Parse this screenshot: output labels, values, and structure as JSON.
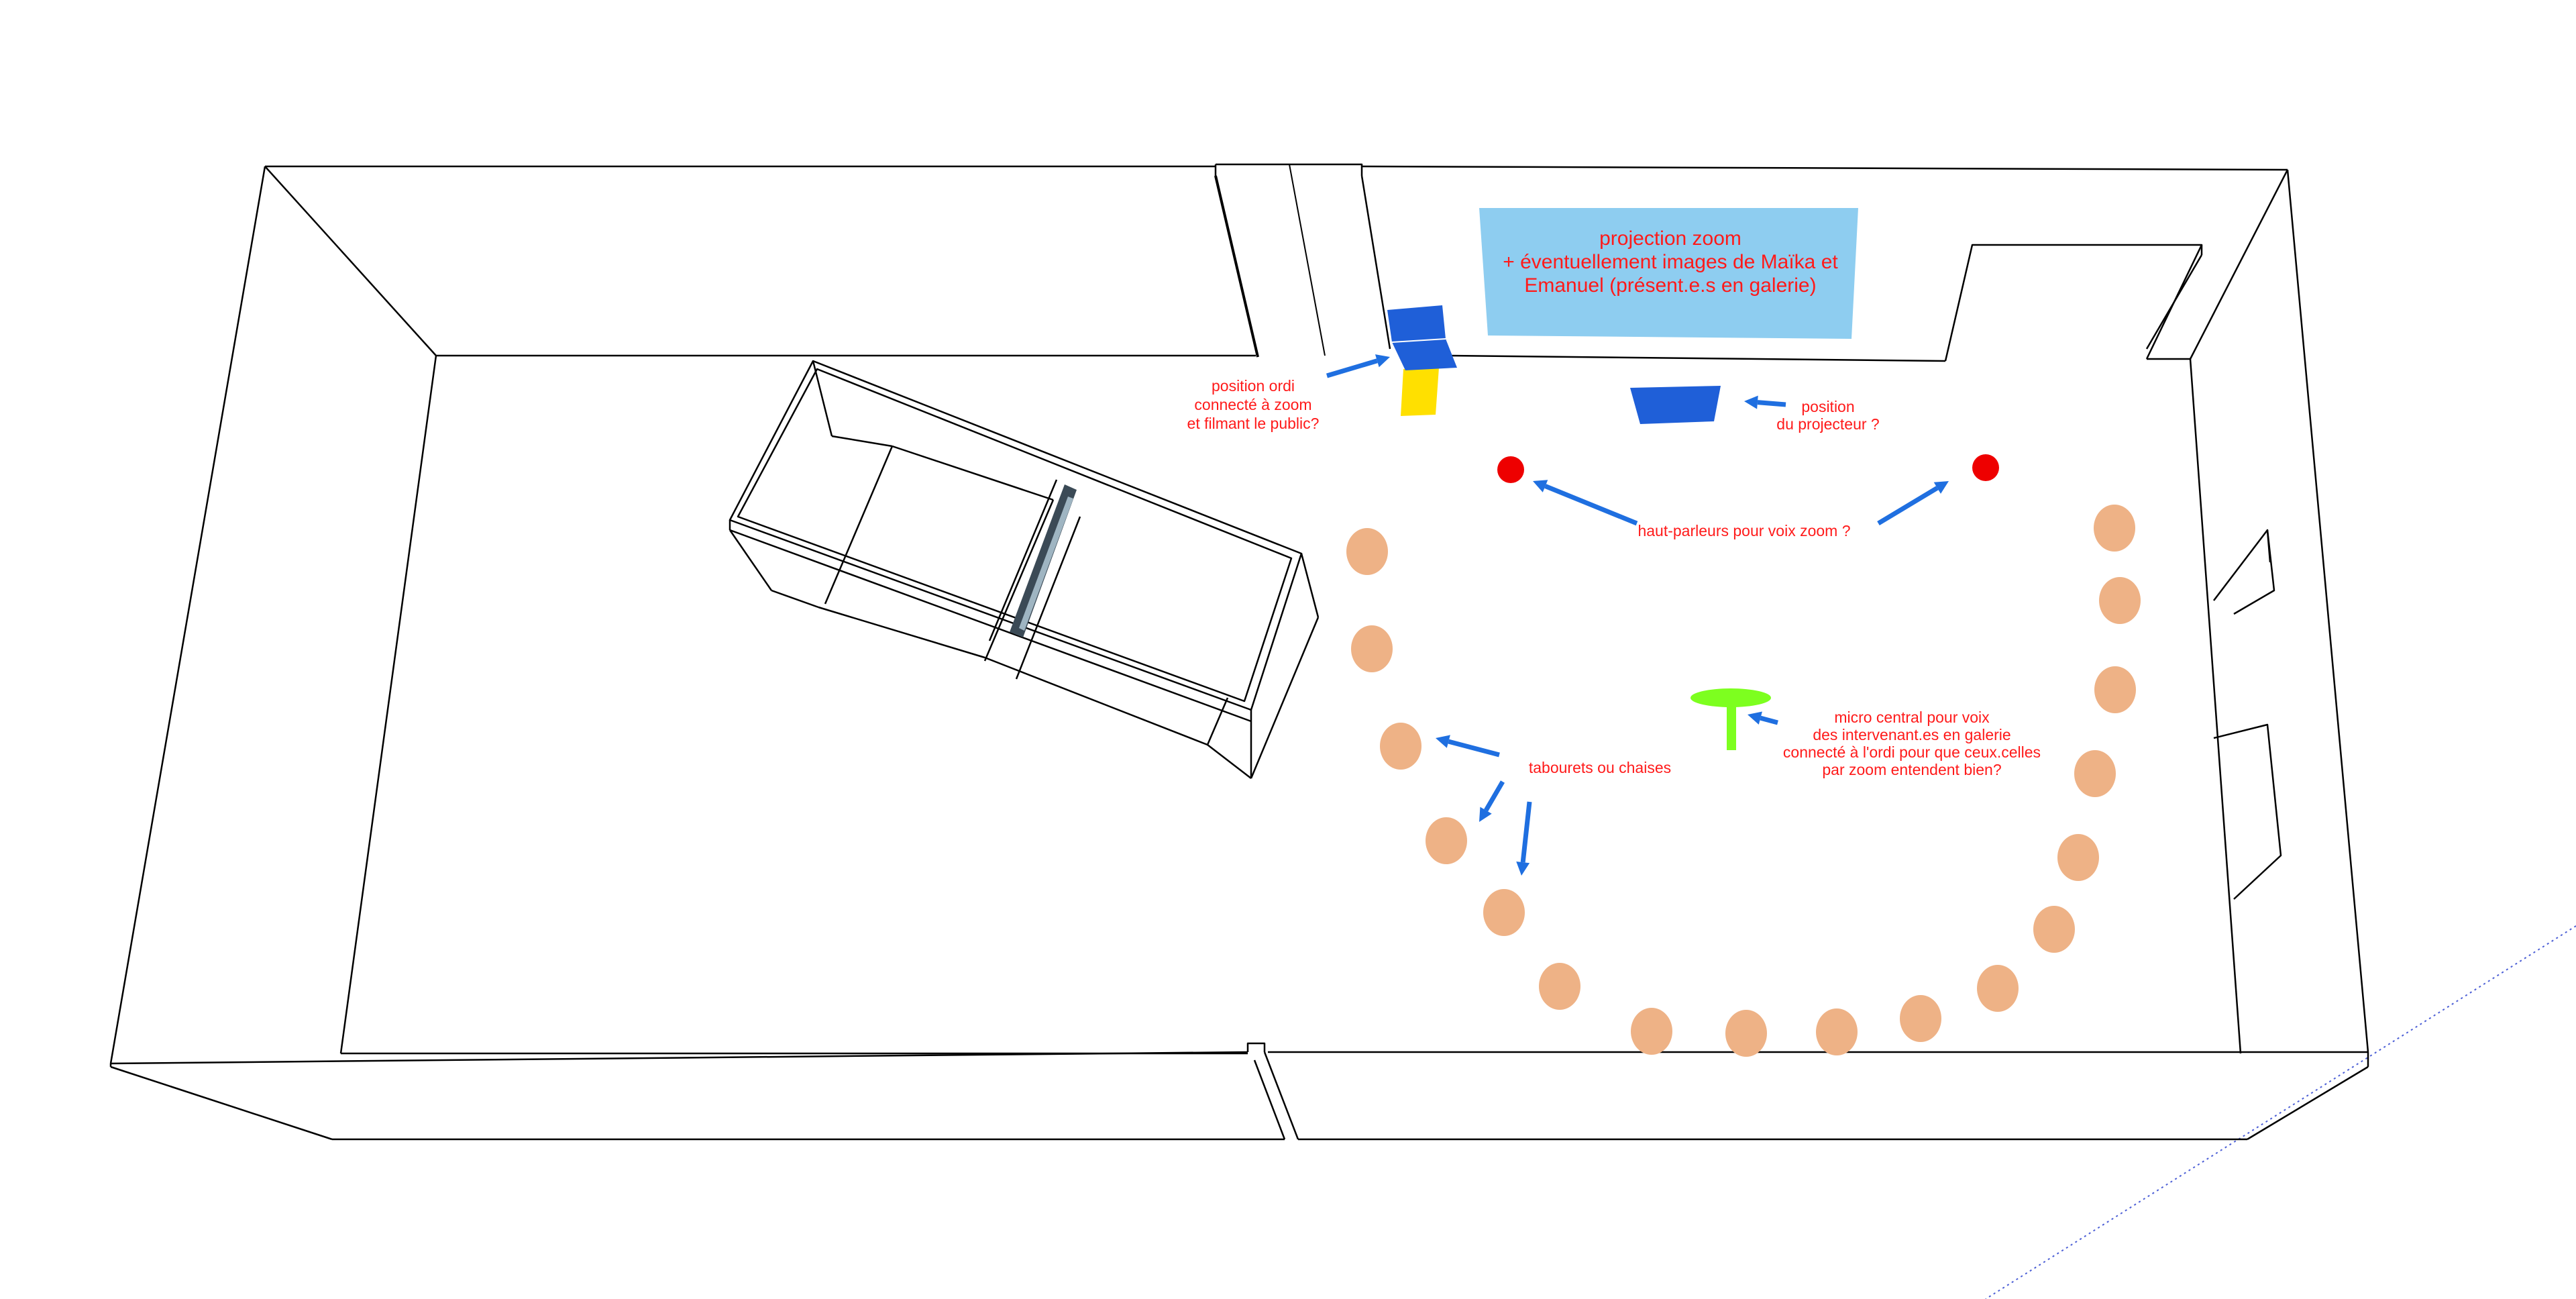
{
  "colors": {
    "walls": "#000000",
    "annotation_text": "#ff1a1a",
    "arrow": "#1f6fe0",
    "projection_screen": "#8ecdf0",
    "seat": "#eeb286",
    "speaker": "#ee0000",
    "microphone": "#7dff1f",
    "projector": "#1f5fd8",
    "computer": "#1f5fd8",
    "computer_stand": "#ffe000",
    "axis_guide": "#4c5fd6"
  },
  "labels": {
    "projection": {
      "line1": "projection zoom",
      "line2": "+ éventuellement images de Maïka et",
      "line3": "Emanuel (présent.e.s en galerie)"
    },
    "computer": {
      "line1": "position ordi",
      "line2": "connecté à zoom",
      "line3": "et filmant le public?"
    },
    "projector": {
      "line1": "position",
      "line2": "du projecteur ?"
    },
    "speakers": {
      "line1": "haut-parleurs pour voix zoom ?"
    },
    "microphone": {
      "line1": "micro central pour voix",
      "line2": "des intervenant.es en galerie",
      "line3": "connecté à l'ordi pour que ceux.celles",
      "line4": "par zoom entendent bien?"
    },
    "seats": {
      "line1": "tabourets ou chaises"
    }
  },
  "icons": {
    "speaker": "red-dot-icon",
    "seat": "stool-icon",
    "microphone": "microphone-icon",
    "projector": "projector-icon",
    "computer": "laptop-icon",
    "arrow": "arrow-icon"
  }
}
